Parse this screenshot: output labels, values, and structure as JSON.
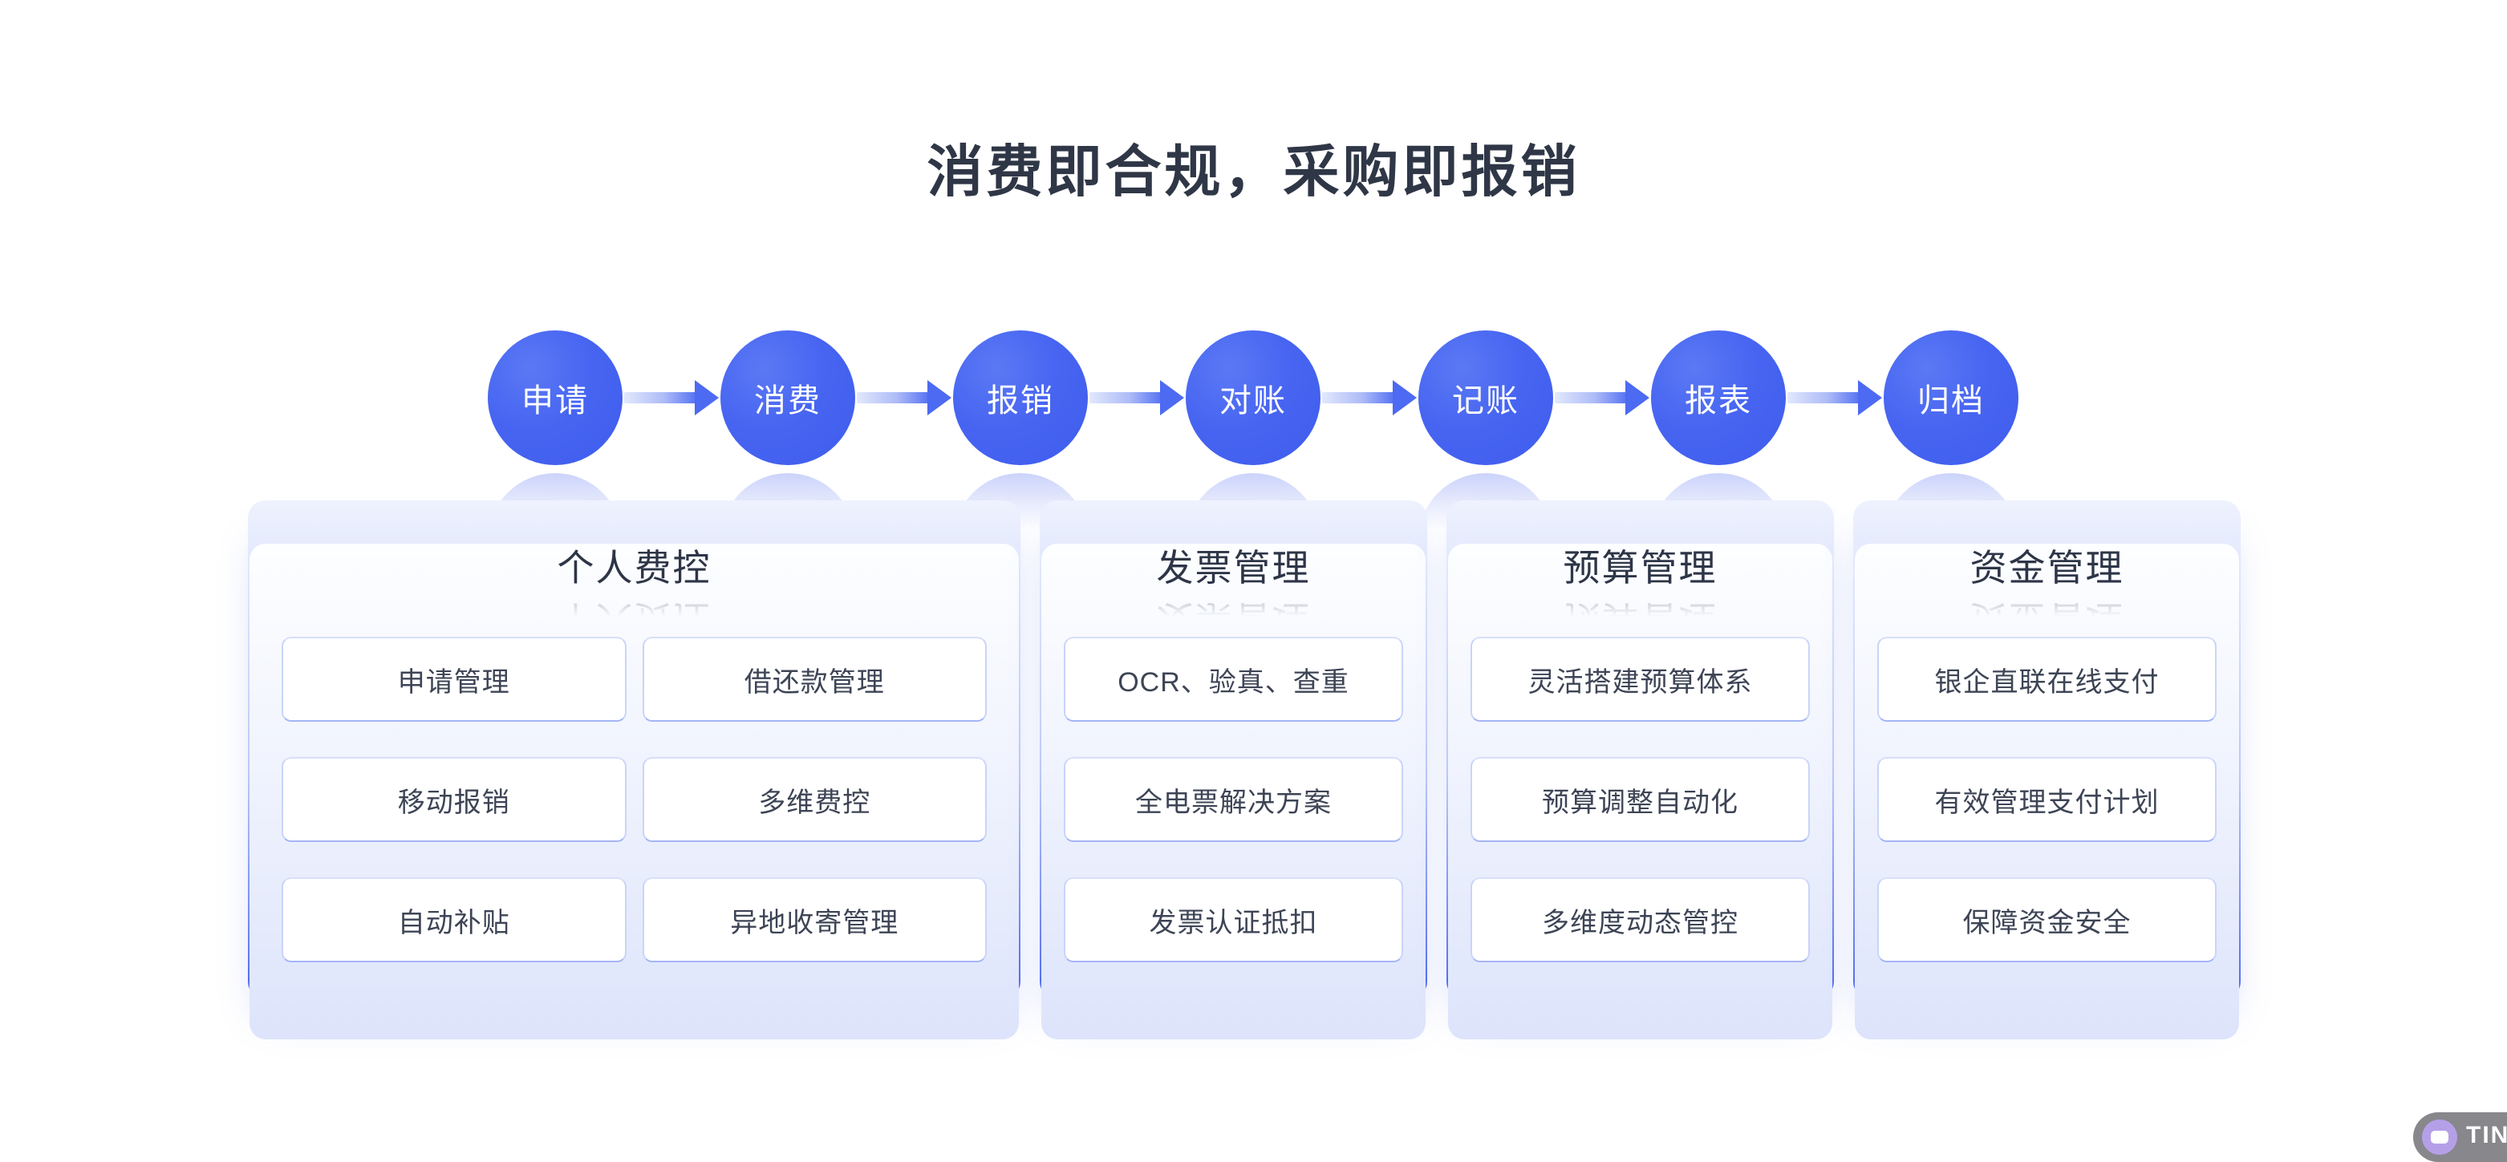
{
  "page": {
    "title": "消费即合规，采购即报销"
  },
  "flow": {
    "steps": [
      {
        "label": "申请"
      },
      {
        "label": "消费"
      },
      {
        "label": "报销"
      },
      {
        "label": "对账"
      },
      {
        "label": "记账"
      },
      {
        "label": "报表"
      },
      {
        "label": "归档"
      }
    ]
  },
  "cards": [
    {
      "title": "个人费控",
      "items": [
        "申请管理",
        "借还款管理",
        "移动报销",
        "多维费控",
        "自动补贴",
        "异地收寄管理"
      ]
    },
    {
      "title": "发票管理",
      "items": [
        "OCR、验真、查重",
        "全电票解决方案",
        "发票认证抵扣"
      ]
    },
    {
      "title": "预算管理",
      "items": [
        "灵活搭建预算体系",
        "预算调整自动化",
        "多维度动态管控"
      ]
    },
    {
      "title": "资金管理",
      "items": [
        "银企直联在线支付",
        "有效管理支付计划",
        "保障资金安全"
      ]
    }
  ],
  "watermark": {
    "label": "TIN"
  },
  "colors": {
    "accent_blue": "#4463f0",
    "title_text": "#2f3747",
    "item_text": "#3d4455",
    "card_bottom_border": "#4c68f0",
    "item_border": "#c9d4f9",
    "watermark_pill": "#87878c",
    "watermark_circle": "#b5a0e8"
  }
}
